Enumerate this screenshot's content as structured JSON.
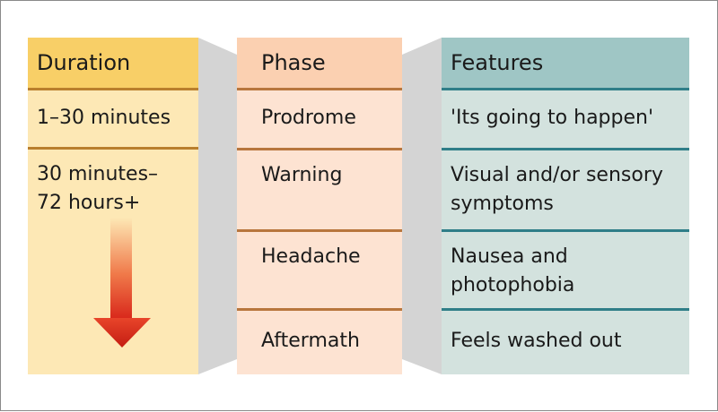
{
  "columns": {
    "duration": {
      "header": "Duration",
      "rows": [
        {
          "lines": [
            "1–30 minutes"
          ]
        },
        {
          "lines": [
            "30 minutes–",
            "72 hours+"
          ]
        }
      ]
    },
    "phase": {
      "header": "Phase",
      "rows": [
        {
          "lines": [
            "Prodrome"
          ]
        },
        {
          "lines": [
            "Warning"
          ]
        },
        {
          "lines": [
            "Headache"
          ]
        },
        {
          "lines": [
            "Aftermath"
          ]
        }
      ]
    },
    "features": {
      "header": "Features",
      "rows": [
        {
          "lines": [
            "'Its going to happen'"
          ]
        },
        {
          "lines": [
            "Visual and/or sensory",
            "symptoms"
          ]
        },
        {
          "lines": [
            "Nausea and",
            "photophobia"
          ]
        },
        {
          "lines": [
            "Feels washed out"
          ]
        }
      ]
    }
  },
  "colors": {
    "duration_header": "#f8cf67",
    "duration_body": "#fde8b5",
    "phase_header": "#fbd0b1",
    "phase_body": "#fde3d2",
    "features_header": "#9fc6c5",
    "features_body": "#d3e2de",
    "connector": "#d4d4d4",
    "arrow": "#e23a1e"
  },
  "icons": {
    "time_arrow": "down-arrow-icon"
  }
}
